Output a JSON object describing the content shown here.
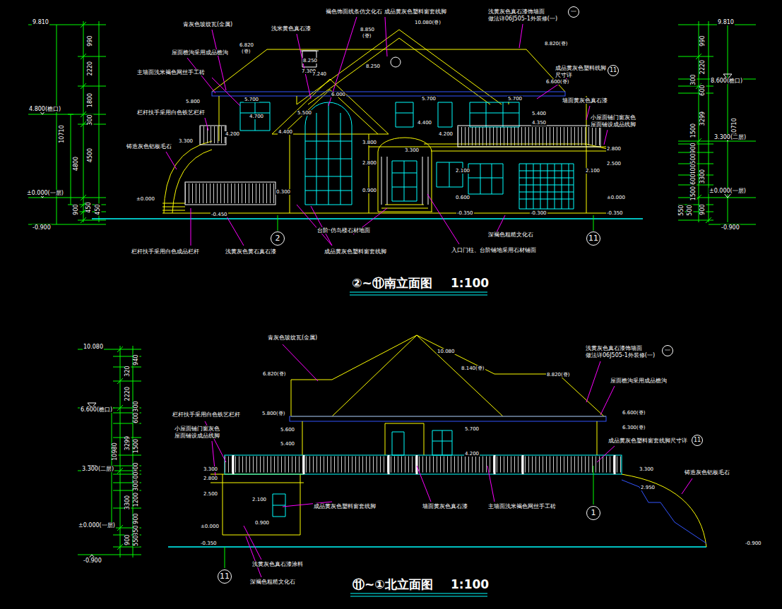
{
  "diagram": {
    "nodes": [
      {
        "text": [
          "2"
        ]
      },
      {
        "text": [
          "11"
        ]
      },
      {
        "text": [
          "11"
        ]
      },
      {
        "text": [
          "1"
        ]
      },
      {
        "text": [
          "一"
        ]
      },
      {
        "text": [
          "11"
        ]
      },
      {
        "text": [
          "一"
        ]
      },
      {
        "text": [
          "11"
        ]
      }
    ],
    "labels": [
      "9.810",
      "990",
      "2220",
      "1800",
      "300",
      "4500",
      "4800",
      "10710",
      "4.800(檐口)",
      "±0.000(一层)",
      "900",
      "450",
      "450",
      "-0.900",
      "9.810",
      "990",
      "2220",
      "8.600(檐口)",
      "600",
      "300",
      "3299",
      "1500",
      "10710",
      "3.300(二层)",
      "900",
      "500",
      "400",
      "600",
      "1500",
      "3300",
      "±0.000(一层)",
      "550",
      "500",
      "900",
      "-0.900",
      "6.820",
      "(脊)",
      "8.250",
      "7.300",
      "7.240",
      "8.850",
      "(脊)",
      "10.080(脊)",
      "8.250",
      "8.820(脊)",
      "5.800",
      "5.700",
      "6.000",
      "5.500",
      "5.700",
      "5.700",
      "6.600(脊)",
      "5.400",
      "4.700",
      "4.200",
      "4.400",
      "4.400",
      "4.200",
      "4.350",
      "3.300",
      "3.800",
      "3.300",
      "2.800",
      "2.100",
      "2.100",
      "2.800",
      "2.500",
      "0.900",
      "0.300",
      "±0.000",
      "-0.450",
      "0.600",
      "-0.350",
      "-0.300",
      "±0.000",
      "-0.350",
      "青灰色玻纹瓦(金属)",
      "浅米黄色真石漆",
      "褐色饰面线条仿文化石",
      "成品黄灰色塑料窗套线脚",
      "浅黄灰色真石漆饰墙面",
      "做法详06J505-1外装修(一)",
      "屋面檐沟采用成品檐沟",
      "主墙面浅米褐色网丝手工砖",
      "栏杆扶手采用白色铁艺栏杆",
      "铸造灰色铝板毛石",
      "成品黄灰色塑料线脚",
      "尺寸详",
      "墙面黄灰色真石漆",
      "小屋面铺门窗灰色",
      "屋面铺设成品线脚",
      "栏杆扶手采用白色成品栏杆",
      "浅黄灰色黄石真石漆",
      "台阶·仿岛楼石材地面",
      "成品黄灰色塑料窗套线脚",
      "入口门柱、台阶铺地采用石材铺面",
      "深褐色粗糙文化石",
      "②~⑪南立面图",
      "1:100",
      "10.080",
      "940",
      "320",
      "2220",
      "6.600(檐口)",
      "300",
      "600",
      "3299",
      "1500",
      "10980",
      "3.300(二层)",
      "900",
      "500",
      "300",
      "3300",
      "1200",
      "±0.000(一层)",
      "900",
      "350",
      "550",
      "900",
      "-0.900",
      "10.080",
      "8.140(脊)",
      "6.820(脊)",
      "8.820(脊)",
      "5.800(脊)",
      "5.600",
      "5.400",
      "5.700",
      "4.200",
      "6.600(脊)",
      "6.300(脊)",
      "3.300",
      "2.950",
      "-0.900",
      "3.300",
      "2.800",
      "2.500",
      "2.100",
      "0.900",
      "±0.000",
      "-0.350",
      "青灰色玻纹瓦(金属)",
      "浅黄灰色真石漆饰墙面",
      "做法详06J505-1外装修(一)",
      "屋面檐沟采用成品檐沟",
      "成品黄灰色塑料窗套线脚尺寸详",
      "栏杆扶手采用白色铁艺栏杆",
      "小屋面铺门窗灰色",
      "屋面铺设成品线脚",
      "成品黄灰色塑料窗套线脚",
      "墙面黄灰色真石漆",
      "主墙面浅米褐色网丝手工砖",
      "铸造灰色铝板毛石",
      "浅黄灰色真石漆涂料",
      "深褐色粗糙文化石",
      "⑪~①北立面图",
      "1:100"
    ]
  }
}
